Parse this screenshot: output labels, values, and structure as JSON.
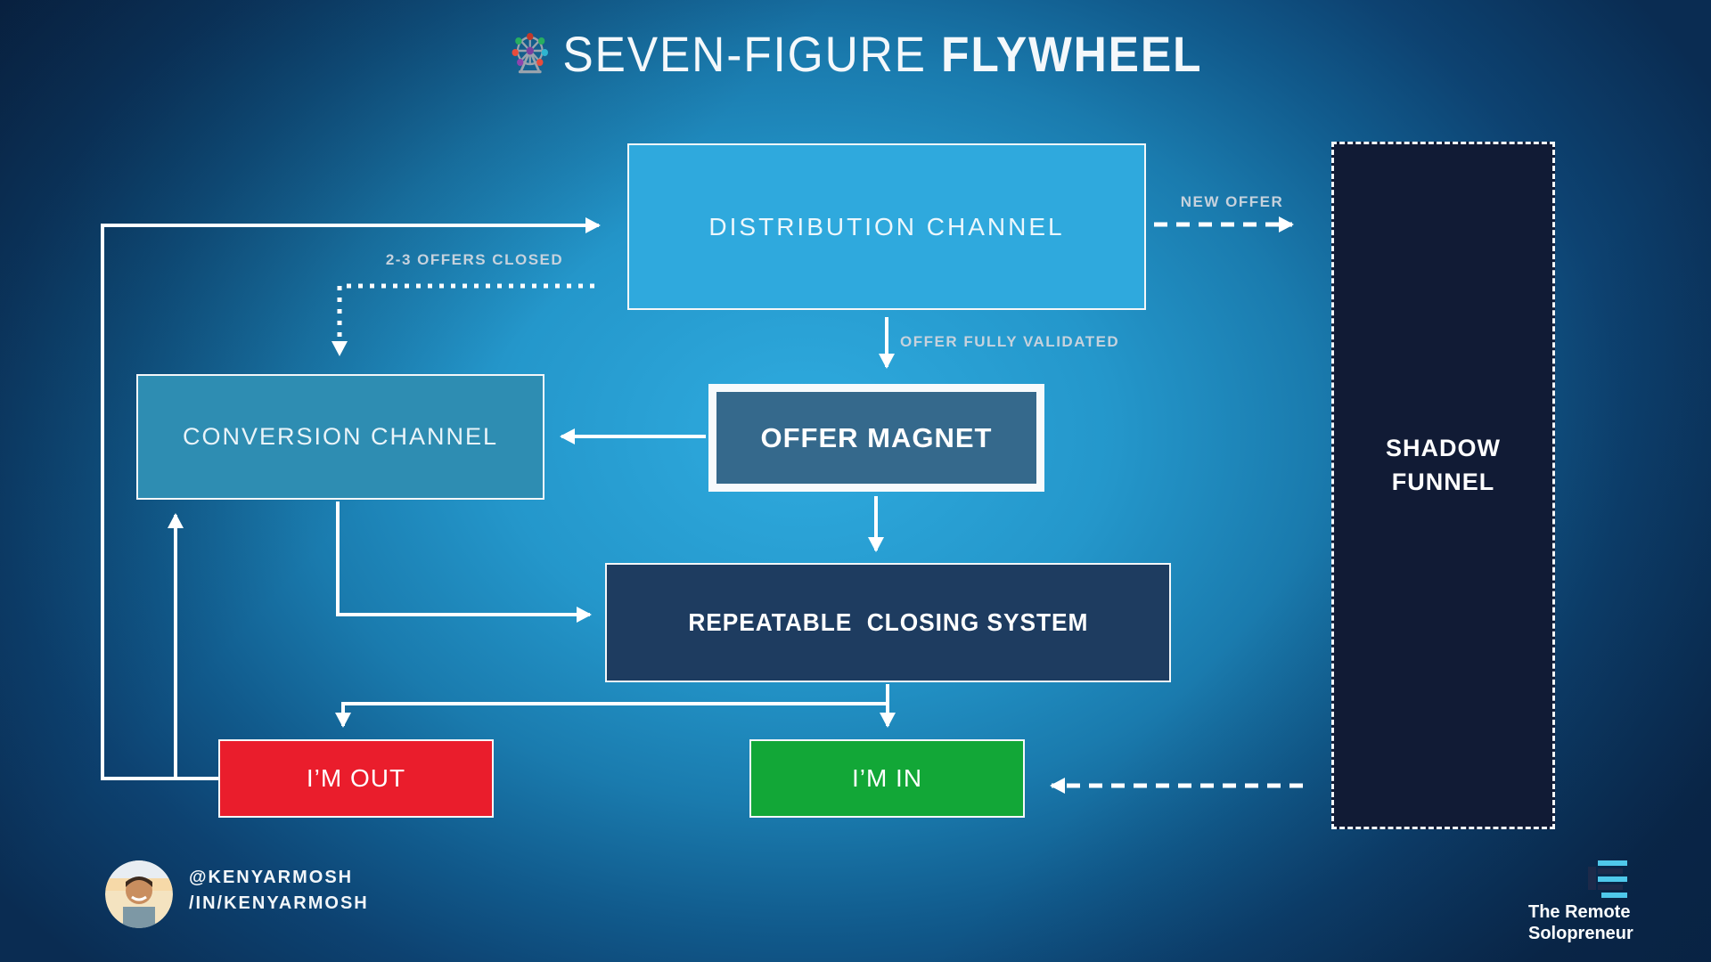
{
  "title": {
    "icon": "ferris-wheel",
    "text_regular": "SEVEN-FIGURE",
    "text_bold": "FLYWHEEL"
  },
  "boxes": {
    "distribution_channel": {
      "label": "DISTRIBUTION CHANNEL",
      "fill": "#2FA9DD"
    },
    "shadow_funnel": {
      "label": "SHADOW FUNNEL",
      "fill": "#111B35"
    },
    "conversion_channel": {
      "label": "CONVERSION CHANNEL",
      "fill": "#2E8DB2"
    },
    "offer_magnet": {
      "label": "OFFER MAGNET",
      "fill": "#35698C"
    },
    "repeatable_closing_system": {
      "label": "REPEATABLE  CLOSING SYSTEM",
      "fill": "#1E3C60"
    },
    "im_out": {
      "label": "I’M OUT",
      "fill": "#EA1D2C"
    },
    "im_in": {
      "label": "I’M IN",
      "fill": "#12A737"
    }
  },
  "edge_labels": {
    "offers_closed": "2-3 OFFERS CLOSED",
    "new_offer": "NEW OFFER",
    "offer_validated": "OFFER FULLY VALIDATED"
  },
  "footer": {
    "handle": "@KENYARMOSH",
    "linkedin": "/IN/KENYARMOSH",
    "brand_line1": "The Remote",
    "brand_line2": "Solopreneur"
  },
  "colors": {
    "background_center": "#2FABDF",
    "background_edge": "#0A2C52",
    "wire": "#FFFFFF",
    "edge_label_text": "#C6D2DD"
  }
}
